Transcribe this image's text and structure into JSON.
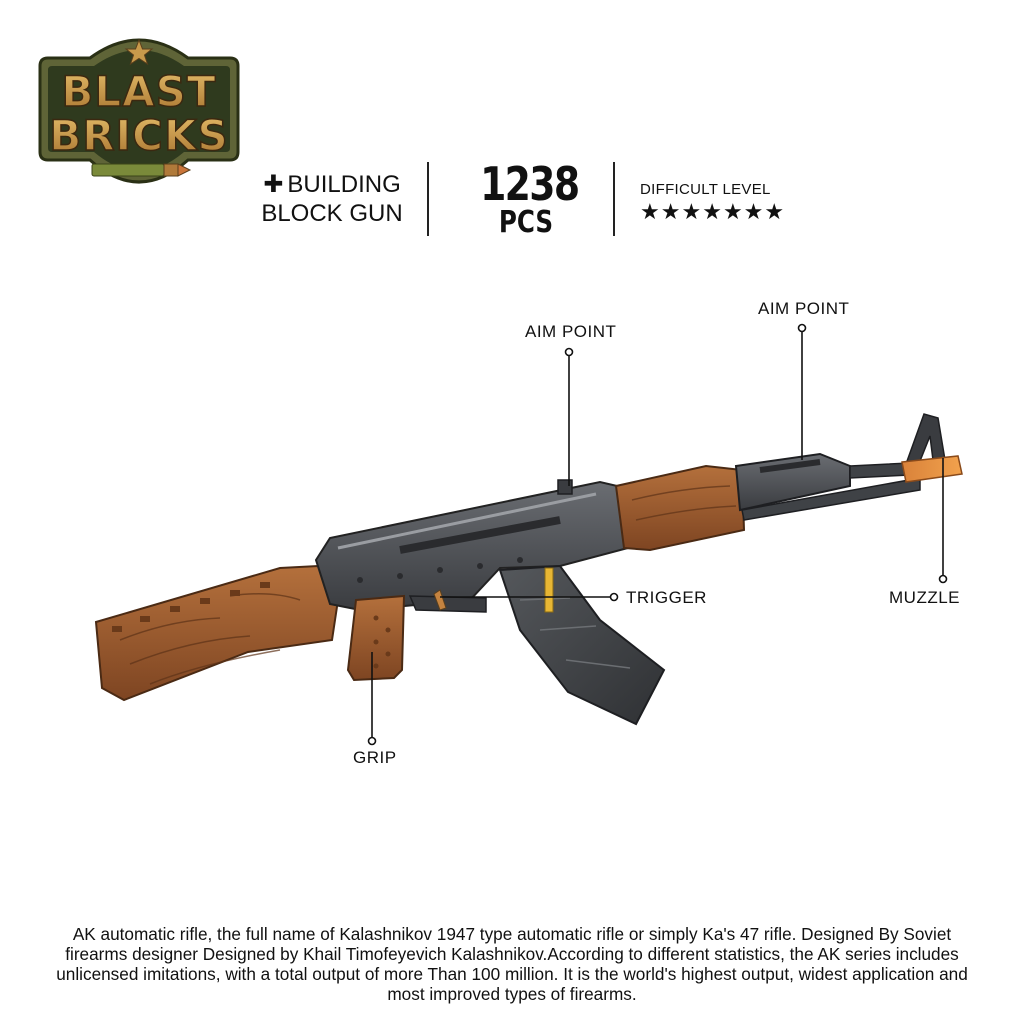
{
  "logo": {
    "line1": "BLAST",
    "line2": "BRICKS",
    "star_icon": "star-icon",
    "bullet_icon": "bullet-icon",
    "colors": {
      "badge": "#2f3a1e",
      "border": "#6b6f3a",
      "letters": "#c89a4b"
    }
  },
  "header": {
    "tagline_line1": "BUILDING",
    "tagline_line2": "BLOCK GUN",
    "pcs_count": "1238",
    "pcs_label": "PCS",
    "difficulty_label": "DIFFICULT LEVEL",
    "difficulty_stars": 7,
    "difficulty_max": 7
  },
  "callouts": {
    "aim_point_rear": "AIM POINT",
    "aim_point_front": "AIM POINT",
    "trigger": "TRIGGER",
    "muzzle": "MUZZLE",
    "grip": "GRIP"
  },
  "product": {
    "image_icon": "rifle-model-icon",
    "colors": {
      "wood": "#9c5a2e",
      "metal": "#4a4d52",
      "accent": "#e7b634"
    }
  },
  "description": "AK automatic rifle, the full name of Kalashnikov 1947 type automatic rifle or simply Ka's 47 rifle. Designed By Soviet firearms designer Designed by Khail Timofeyevich Kalashnikov.According to different statistics, the AK series includes unlicensed imitations, with a total output of more Than 100 million. It is the world's highest output, widest application and most improved types of firearms."
}
